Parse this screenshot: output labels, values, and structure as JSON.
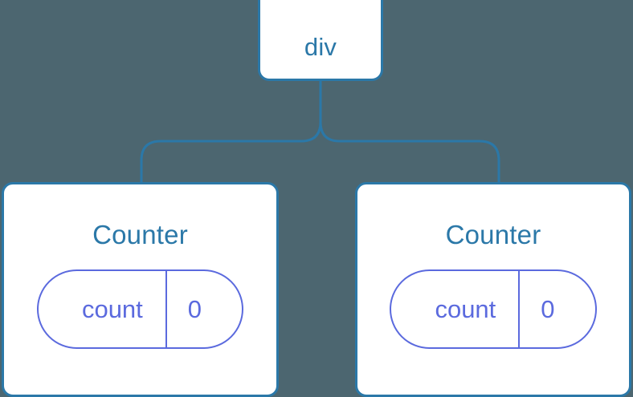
{
  "diagram": {
    "background_color": "#4c6670",
    "accent_color": "#2b78a8",
    "state_color": "#5b6ade",
    "root": {
      "label": "div"
    },
    "children": [
      {
        "title": "Counter",
        "state": {
          "key": "count",
          "value": "0"
        }
      },
      {
        "title": "Counter",
        "state": {
          "key": "count",
          "value": "0"
        }
      }
    ],
    "connector": {
      "name": "tree-connector",
      "stroke": "#2b78a8"
    }
  }
}
